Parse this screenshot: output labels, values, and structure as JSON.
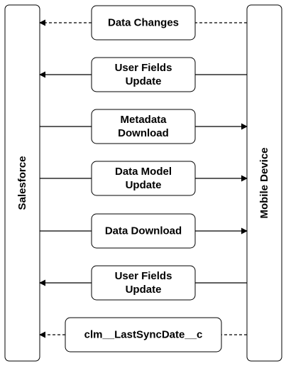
{
  "colors": {
    "stroke": "#000000",
    "fill": "#ffffff",
    "text": "#000000"
  },
  "lanes": {
    "left": {
      "label": "Salesforce"
    },
    "right": {
      "label": "Mobile Device"
    }
  },
  "steps": [
    {
      "lines": [
        "Data Changes"
      ],
      "direction": "to-left",
      "style": "dashed"
    },
    {
      "lines": [
        "User Fields",
        "Update"
      ],
      "direction": "to-left",
      "style": "solid"
    },
    {
      "lines": [
        "Metadata",
        "Download"
      ],
      "direction": "to-right",
      "style": "solid"
    },
    {
      "lines": [
        "Data Model",
        "Update"
      ],
      "direction": "to-right",
      "style": "solid"
    },
    {
      "lines": [
        "Data Download"
      ],
      "direction": "to-right",
      "style": "solid"
    },
    {
      "lines": [
        "User Fields",
        "Update"
      ],
      "direction": "to-left",
      "style": "solid"
    },
    {
      "lines": [
        "clm__LastSyncDate__c"
      ],
      "direction": "to-left",
      "style": "dashed"
    }
  ]
}
